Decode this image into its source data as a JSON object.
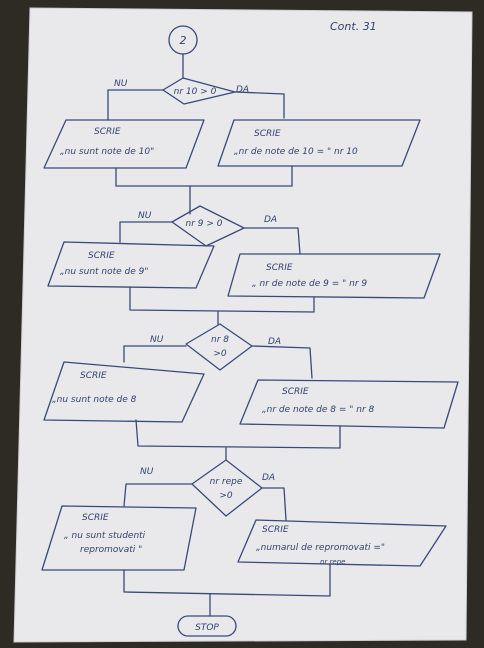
{
  "page": {
    "header_note": "Cont. 31"
  },
  "connector": {
    "label": "2"
  },
  "decisions": [
    {
      "lines": [
        "nr 10 > 0"
      ],
      "no_label": "NU",
      "yes_label": "DA"
    },
    {
      "lines": [
        "nr 9 > 0"
      ],
      "no_label": "NU",
      "yes_label": "DA"
    },
    {
      "lines": [
        "nr 8",
        ">0"
      ],
      "no_label": "NU",
      "yes_label": "DA"
    },
    {
      "lines": [
        "nr repe",
        ">0"
      ],
      "no_label": "NU",
      "yes_label": "DA"
    }
  ],
  "outputs": [
    {
      "title": "SCRIE",
      "lines": [
        "„nu sunt note de 10\""
      ]
    },
    {
      "title": "SCRIE",
      "lines": [
        "„nr de note de 10 = \" nr 10"
      ]
    },
    {
      "title": "SCRIE",
      "lines": [
        "„nu sunt note de 9\""
      ]
    },
    {
      "title": "SCRIE",
      "lines": [
        "„ nr de note de 9 = \" nr 9"
      ]
    },
    {
      "title": "SCRIE",
      "lines": [
        "„nu sunt note de 8"
      ]
    },
    {
      "title": "SCRIE",
      "lines": [
        "„nr de note de 8 = \" nr 8"
      ]
    },
    {
      "title": "SCRIE",
      "lines": [
        "„ nu sunt studenti",
        "repromovati \""
      ]
    },
    {
      "title": "SCRIE",
      "lines": [
        "„numarul de repromovati =\"",
        "nr repe"
      ]
    }
  ],
  "terminator": {
    "label": "STOP"
  },
  "colors": {
    "paper": "#e9e9ec",
    "ink": "#3a4a78",
    "background": "#2e2a24"
  }
}
